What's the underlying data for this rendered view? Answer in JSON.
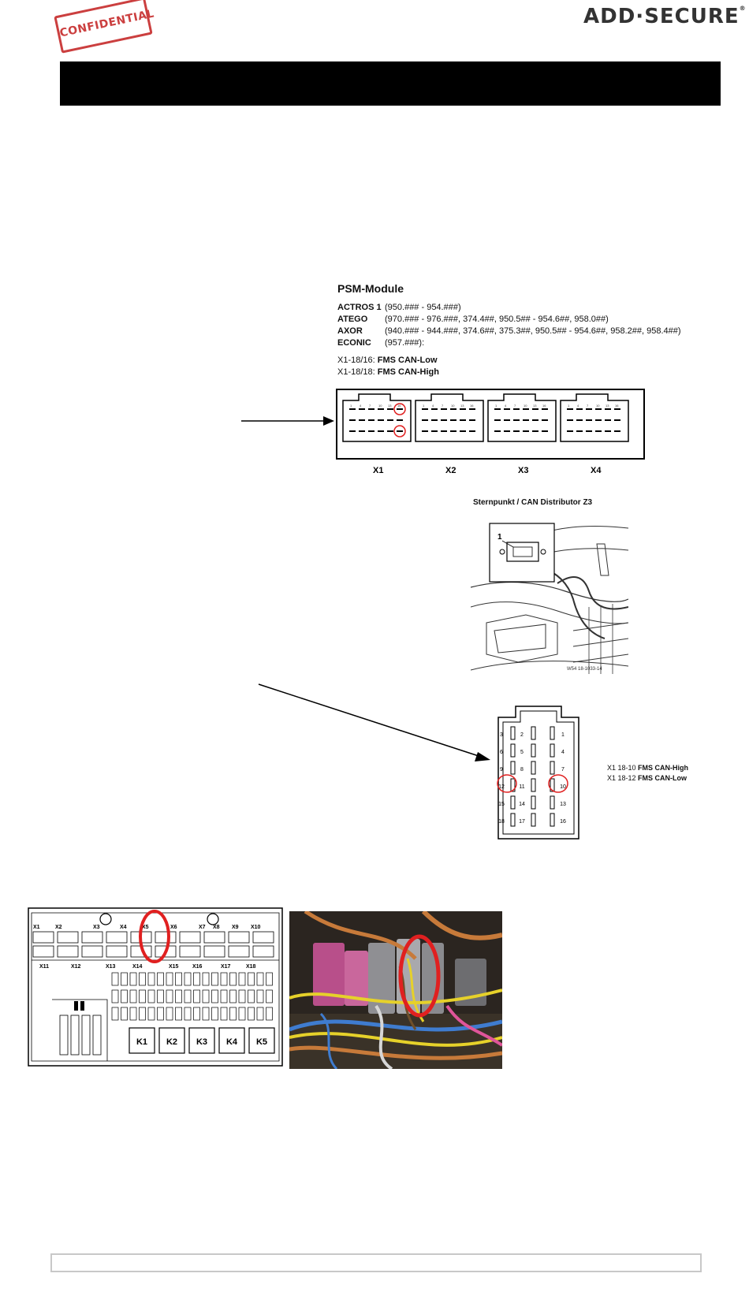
{
  "header": {
    "stamp_text": "CONFIDENTIAL",
    "brand_left": "ADD",
    "brand_right": "SECURE",
    "brand_mark": "®",
    "title_bar_color": "#000000",
    "stamp_color": "#c62b2b"
  },
  "psm": {
    "title": "PSM-Module",
    "models": [
      {
        "name": "ACTROS 1",
        "codes": "(950.### - 954.###)"
      },
      {
        "name": "ATEGO",
        "codes": "(970.### - 976.###, 374.4##, 950.5## - 954.6##, 958.0##)"
      },
      {
        "name": "AXOR",
        "codes": "(940.### - 944.###, 374.6##, 375.3##, 950.5## - 954.6##, 958.2##, 958.4##)"
      },
      {
        "name": "ECONIC",
        "codes": "(957.###):"
      }
    ],
    "pin_notes": [
      {
        "pin": "X1-18/16:",
        "signal": "FMS CAN-Low"
      },
      {
        "pin": "X1-18/18:",
        "signal": "FMS CAN-High"
      }
    ],
    "connectors": [
      "X1",
      "X2",
      "X3",
      "X4"
    ],
    "connector_top_pins": [
      "1",
      "4",
      "7",
      "10",
      "13",
      "16"
    ]
  },
  "z3": {
    "label": "Sternpunkt / CAN Distributor Z3",
    "callout": "1",
    "figure_code": "W54 18-1033-14",
    "pins": [
      [
        "3",
        "2",
        "1"
      ],
      [
        "6",
        "5",
        "4"
      ],
      [
        "9",
        "8",
        "7"
      ],
      [
        "12",
        "11",
        "10"
      ],
      [
        "15",
        "14",
        "13"
      ],
      [
        "18",
        "17",
        "16"
      ]
    ],
    "notes": [
      {
        "pin": "X1 18-10",
        "signal": "FMS CAN-High"
      },
      {
        "pin": "X1 18-12",
        "signal": "FMS CAN-Low"
      }
    ]
  },
  "fusebox": {
    "connector_labels_top": [
      "X1",
      "X2",
      "X3",
      "X4",
      "X5",
      "X6",
      "X7",
      "X8",
      "X9",
      "X10"
    ],
    "connector_labels_bottom": [
      "X11",
      "X12",
      "X13",
      "X14",
      "X15",
      "X16",
      "X17",
      "X18"
    ],
    "relays": [
      "K1",
      "K2",
      "K3",
      "K4",
      "K5"
    ],
    "highlight_color": "#e02020"
  }
}
